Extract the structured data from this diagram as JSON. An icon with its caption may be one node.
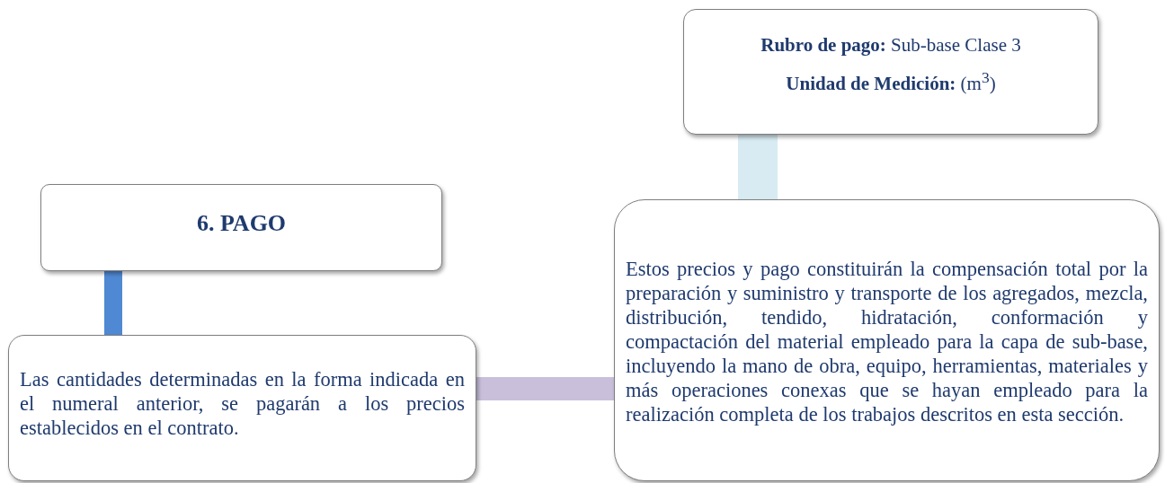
{
  "diagram": {
    "nodes": [
      {
        "text": [
          "6. PAGO"
        ]
      },
      {
        "text": [
          "Las cantidades determinadas en la forma indicada en el numeral anterior, se pagarán a los precios establecidos en el contrato."
        ]
      },
      {
        "text": [
          "Estos precios y pago constituirán la compensación total por la preparación y suministro y transporte de los agregados, mezcla, distribución, tendido, hidratación, conformación y compactación del material empleado para la capa de sub-base, incluyendo la mano de obra, equipo, herramientas, materiales y más operaciones conexas que se hayan empleado para la realización completa de los trabajos descritos en esta sección."
        ]
      },
      {
        "text": [
          "**Rubro de pago:** Sub-base Clase 3",
          "**Unidad de Medición:** (m$^{3}$)"
        ]
      }
    ],
    "edges": [
      {
        "from": 0,
        "to": 1,
        "arrow": "none",
        "color": "#5089d3"
      },
      {
        "from": 1,
        "to": 2,
        "arrow": "none",
        "color": "#c9bfdb"
      },
      {
        "from": 2,
        "to": 3,
        "arrow": "none",
        "color": "#d8ebf2"
      }
    ]
  }
}
